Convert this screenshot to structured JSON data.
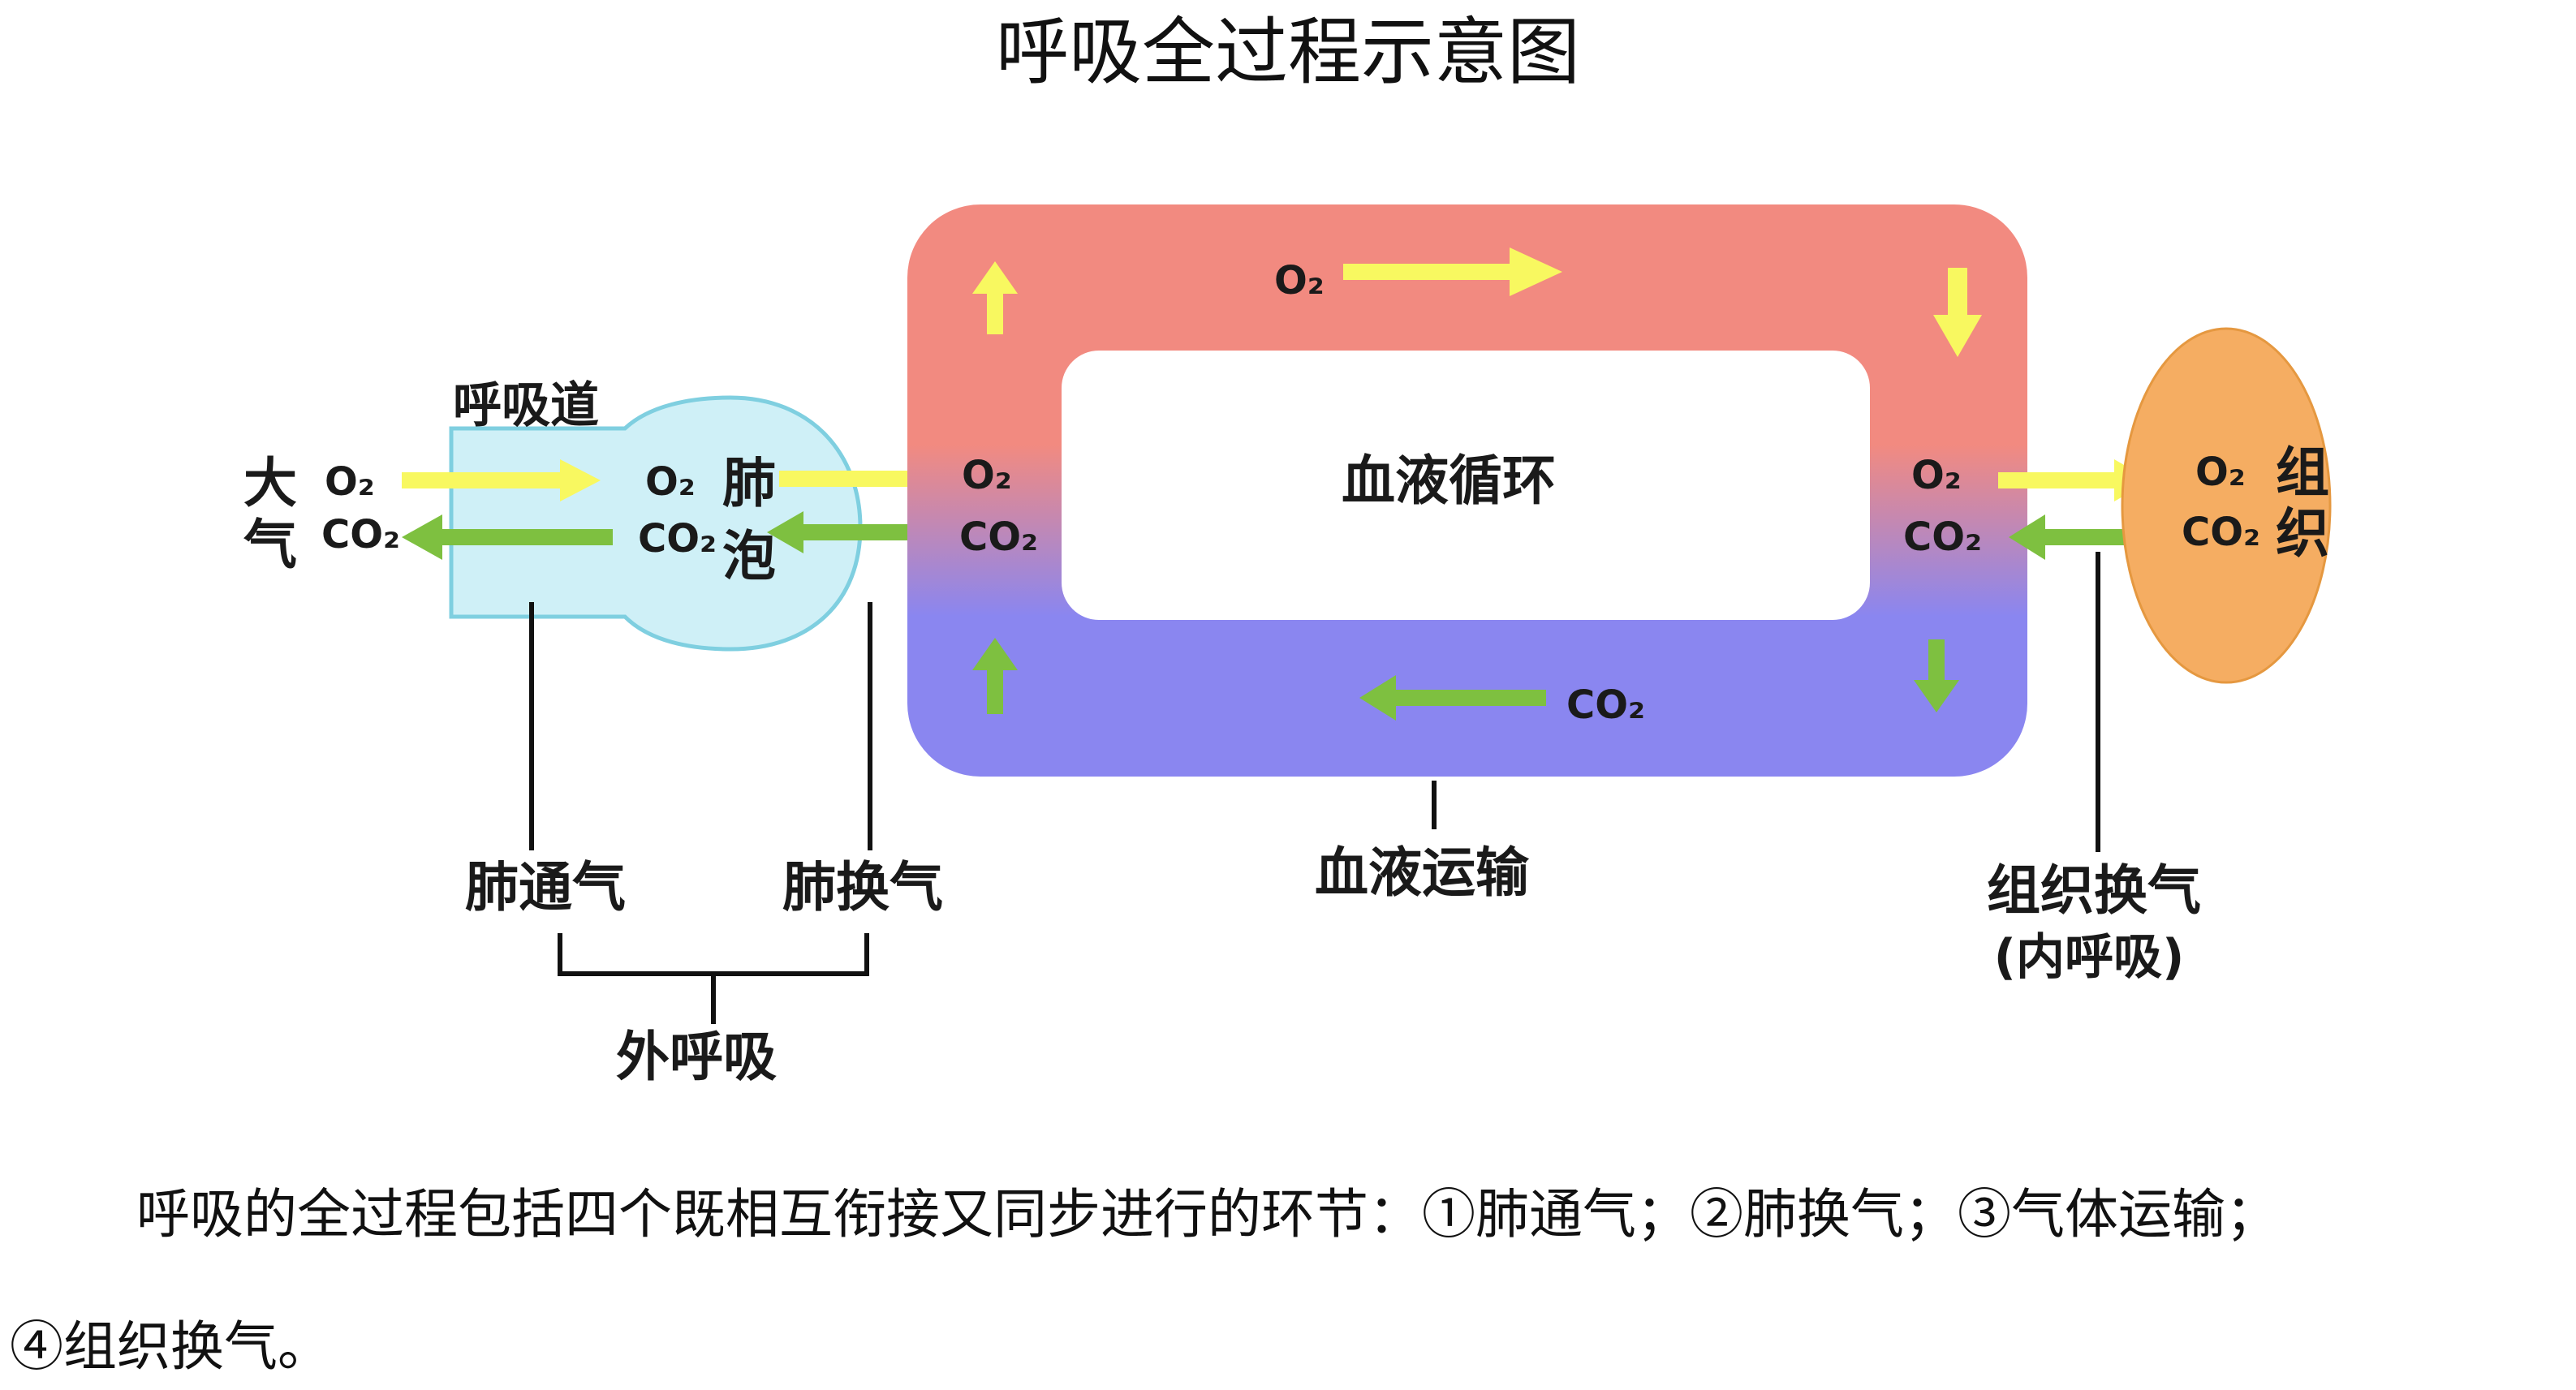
{
  "title": "呼吸全过程示意图",
  "labels": {
    "airway": "呼吸道",
    "atmosphere_1": "大",
    "atmosphere_2": "气",
    "alveolus_1": "肺",
    "alveolus_2": "泡",
    "blood_circulation": "血液循环",
    "tissue_1": "组",
    "tissue_2": "织"
  },
  "gas": {
    "o2": "O₂",
    "co2": "CO₂"
  },
  "stages": {
    "pulmonary_ventilation": "肺通气",
    "pulmonary_exchange": "肺换气",
    "blood_transport": "血液运输",
    "tissue_exchange": "组织换气",
    "internal_respiration": "(内呼吸)",
    "external_respiration": "外呼吸"
  },
  "caption": {
    "line1": "呼吸的全过程包括四个既相互衔接又同步进行的环节：①肺通气；②肺换气；③气体运输；",
    "line2": "④组织换气。"
  },
  "colors": {
    "arterial": "#f28a80",
    "venous": "#8a86f0",
    "o2_arrow": "#f8f860",
    "co2_arrow": "#7ec040",
    "airway_fill": "#cff0f7",
    "airway_stroke": "#7fcfe0",
    "tissue": "#f5ad62"
  }
}
